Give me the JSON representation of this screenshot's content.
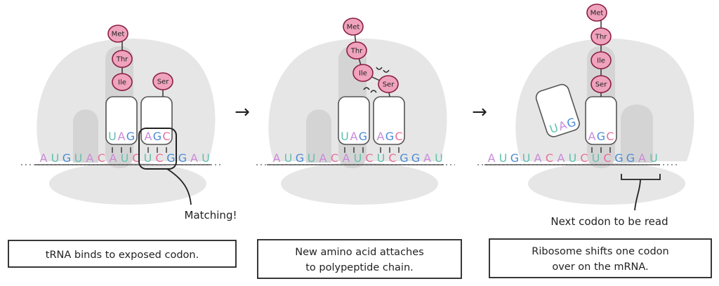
{
  "colors": {
    "A": "#c98bd9",
    "U": "#63c0b0",
    "G": "#4a8bd6",
    "C": "#e86f9c",
    "ribosome": "#e6e6e6",
    "ribosome_dark": "#d6d6d6",
    "amino_fill": "#f0a3bd",
    "amino_stroke": "#8a1f45",
    "outline": "#555555"
  },
  "arrow_glyph": "→",
  "panels": [
    {
      "mrna": [
        "A",
        "U",
        "G",
        "U",
        "A",
        "C",
        "A",
        "U",
        "C",
        "U",
        "C",
        "G",
        "G",
        "A",
        "U"
      ],
      "chain": [
        "Met",
        "Thr",
        "Ile"
      ],
      "incoming": "Ser",
      "trna1_anticodon": [
        "U",
        "A",
        "G"
      ],
      "trna2_anticodon": [
        "A",
        "G",
        "C"
      ],
      "annotation": "Matching!",
      "caption": [
        "tRNA binds to exposed codon."
      ]
    },
    {
      "mrna": [
        "A",
        "U",
        "G",
        "U",
        "A",
        "C",
        "A",
        "U",
        "C",
        "U",
        "C",
        "G",
        "G",
        "A",
        "U"
      ],
      "chain": [
        "Met",
        "Thr",
        "Ile",
        "Ser"
      ],
      "trna1_anticodon": [
        "U",
        "A",
        "G"
      ],
      "trna2_anticodon": [
        "A",
        "G",
        "C"
      ],
      "caption": [
        "New amino acid attaches",
        "to polypeptide chain."
      ]
    },
    {
      "mrna": [
        "A",
        "U",
        "G",
        "U",
        "A",
        "C",
        "A",
        "U",
        "C",
        "U",
        "C",
        "G",
        "G",
        "A",
        "U"
      ],
      "chain": [
        "Met",
        "Thr",
        "Ile",
        "Ser"
      ],
      "exiting_anticodon": [
        "U",
        "A",
        "G"
      ],
      "trna2_anticodon": [
        "A",
        "G",
        "C"
      ],
      "annotation": "Next codon to be read",
      "caption": [
        "Ribosome shifts one codon",
        "over on the mRNA."
      ]
    }
  ]
}
